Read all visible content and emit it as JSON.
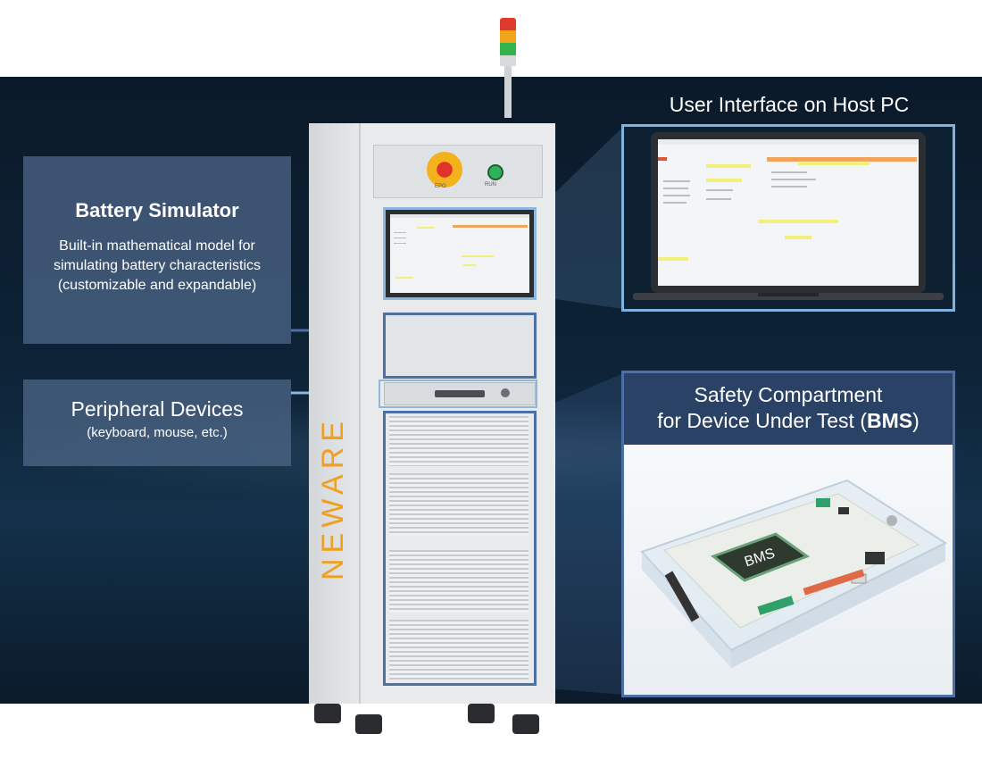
{
  "battery_simulator": {
    "title": "Battery Simulator",
    "description": "Built-in mathematical model for simulating battery characteristics (customizable and expandable)"
  },
  "peripheral_devices": {
    "title": "Peripheral Devices",
    "subtitle": "(keyboard, mouse, etc.)"
  },
  "host_pc": {
    "title": "User Interface on Host PC"
  },
  "safety": {
    "title_line1": "Safety Compartment",
    "title_line2_prefix": "for Device Under Test (",
    "title_line2_bold": "BMS",
    "title_line2_suffix": ")"
  },
  "cabinet": {
    "brand": "NEWARE",
    "epo_label": "EPO",
    "run_label": "RUN"
  },
  "pcb": {
    "chip_label": "BMS"
  },
  "colors": {
    "panel_bg": "#4a6484",
    "frame_light_blue": "#7fb2de",
    "frame_dark_blue": "#4d6fa6",
    "brand_orange": "#f0a020",
    "band_dark": "#0b1a2a"
  }
}
